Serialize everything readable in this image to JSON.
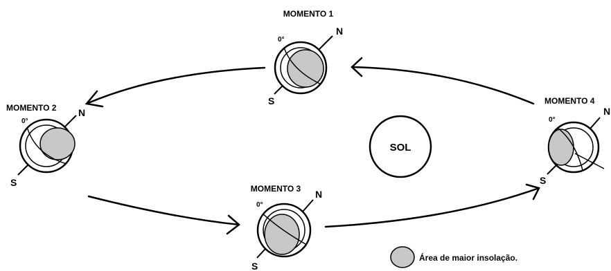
{
  "sun": {
    "label": "SOL"
  },
  "moments": [
    {
      "id": "momento-1",
      "label": "MOMENTO 1",
      "north": "N",
      "south": "S",
      "meridian": "0°"
    },
    {
      "id": "momento-2",
      "label": "MOMENTO 2",
      "north": "N",
      "south": "S",
      "meridian": "0°"
    },
    {
      "id": "momento-3",
      "label": "MOMENTO 3",
      "north": "N",
      "south": "S",
      "meridian": "0°"
    },
    {
      "id": "momento-4",
      "label": "MOMENTO 4",
      "north": "N",
      "south": "S",
      "meridian": "0°"
    }
  ],
  "legend": {
    "text": "Área de maior insolação."
  },
  "colors": {
    "insolation_fill": "#c8c8c8",
    "stroke": "#000000"
  }
}
